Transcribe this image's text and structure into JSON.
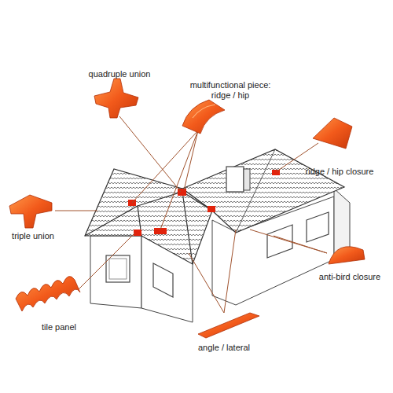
{
  "diagram": {
    "labels": [
      "quadruple union",
      "multifunctional piece: ridge / hip",
      "ridge / hip closure",
      "triple union",
      "tile panel",
      "anti-bird closure",
      "angle / lateral"
    ]
  }
}
